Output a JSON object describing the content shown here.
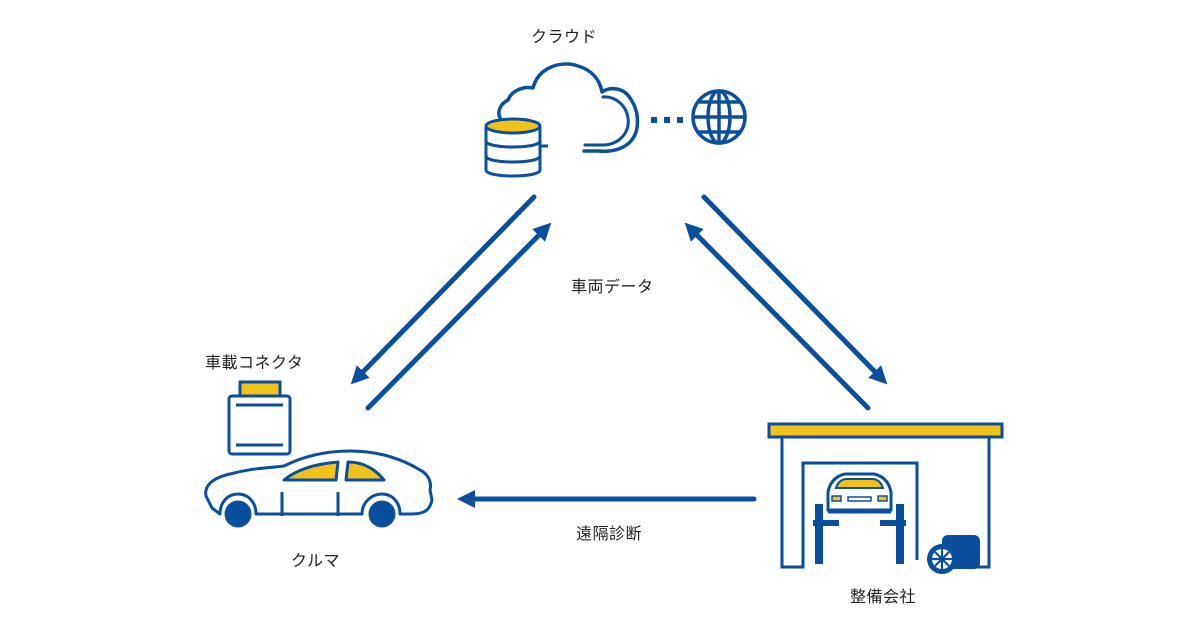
{
  "colors": {
    "primary": "#0a4f9e",
    "accent": "#f2c21a",
    "text": "#222222",
    "background": "#ffffff"
  },
  "nodes": {
    "cloud": {
      "label": "クラウド",
      "icons": [
        "database-icon",
        "cloud-icon",
        "globe-icon"
      ]
    },
    "car": {
      "label": "クルマ",
      "icon": "car-icon"
    },
    "connector": {
      "label": "車載コネクタ",
      "icon": "obd-connector-icon"
    },
    "garage": {
      "label": "整備会社",
      "icons": [
        "garage-icon",
        "car-lift-icon",
        "tire-stack-icon"
      ]
    }
  },
  "edges": {
    "vehicle_data": {
      "label": "車両データ",
      "direction": "bidirectional",
      "between": [
        "クラウド",
        "クルマ",
        "整備会社"
      ]
    },
    "remote_diagnosis": {
      "label": "遠隔診断",
      "from": "整備会社",
      "to": "クルマ"
    }
  }
}
